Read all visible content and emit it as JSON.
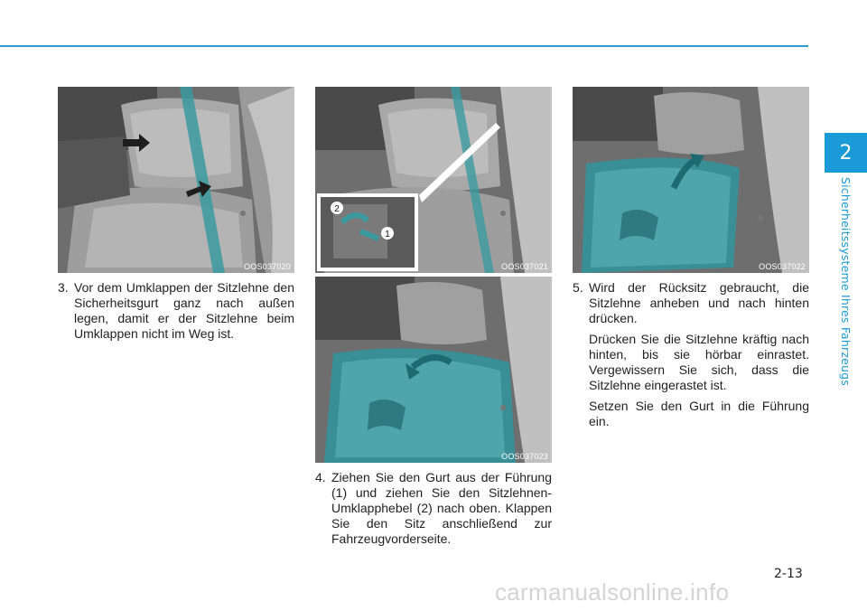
{
  "page": {
    "number": "2-13"
  },
  "chapter": {
    "number": "2",
    "title": "Sicherheitssysteme Ihres Fahrzeugs"
  },
  "figures": [
    {
      "code": "OOS037020"
    },
    {
      "code": "OOS037021"
    },
    {
      "code": "OOS037023"
    },
    {
      "code": "OOS037022"
    }
  ],
  "steps": {
    "step3": {
      "num": "3.",
      "text": "Vor dem Umklappen der Sitzlehne den Sicherheitsgurt ganz nach außen legen, damit er der Sitzlehne beim Umklappen nicht im Weg ist."
    },
    "step4": {
      "num": "4.",
      "text": "Ziehen Sie den Gurt aus der Führung (1) und ziehen Sie den Sitzlehnen-Umklapphebel (2) nach oben. Klappen Sie den Sitz anschließend zur Fahrzeugvorderseite."
    },
    "step5": {
      "num": "5.",
      "p1": "Wird der Rücksitz gebraucht, die Sitzlehne anheben und nach hinten drücken.",
      "p2": "Drücken Sie die Sitzlehne kräftig nach hinten, bis sie hörbar einrastet. Vergewissern Sie sich, dass die Sitzlehne eingerastet ist.",
      "p3": "Setzen Sie den Gurt in die Führung ein."
    }
  },
  "watermark": "carmanualsonline.info",
  "colors": {
    "accent": "#1a9ad6",
    "highlight": "#3a9aa0"
  }
}
